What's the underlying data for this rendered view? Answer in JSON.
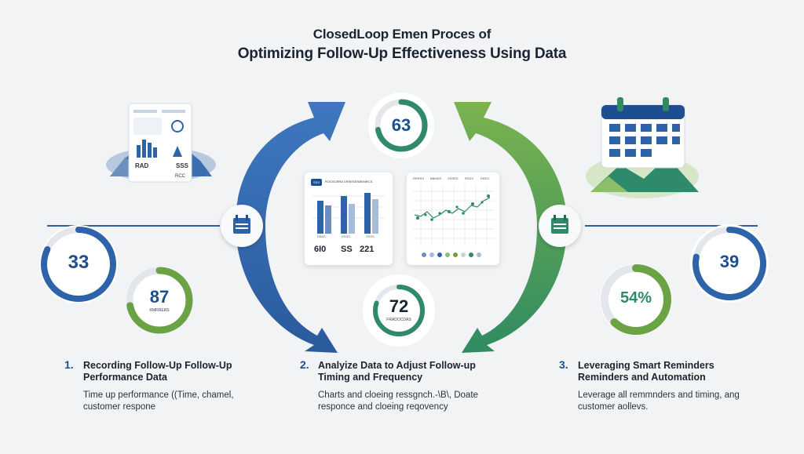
{
  "title": {
    "line1": "ClosedLoop Emen Proces of",
    "line2": "Optimizing Follow-Up Effectiveness Using Data"
  },
  "colors": {
    "blue": "#2f63a9",
    "green": "#6aa244",
    "teal": "#2e8a6a",
    "navy": "#1d4e8f"
  },
  "dials": {
    "top_center": {
      "value": "63",
      "fraction": 0.72
    },
    "bottom_center": {
      "value": "72",
      "sub": "FRADOCDAS",
      "fraction": 0.8
    },
    "left_outer": {
      "value": "33",
      "fraction": 0.82
    },
    "left_inner": {
      "value": "87",
      "sub": "RMRRERS",
      "fraction": 0.72
    },
    "right_outer": {
      "value": "39",
      "fraction": 0.78
    },
    "right_inner": {
      "value": "54%",
      "fraction": 0.62
    }
  },
  "bar_card": {
    "badge": "SSS",
    "heading": "ROCSCRRA CRSESSSMENRCS",
    "labels": [
      "RBAS",
      "RSSS",
      "SSSS"
    ],
    "values": [
      "6I0",
      "SS",
      "221"
    ]
  },
  "scatter_card": {
    "headers": [
      "RRRSS",
      "BBMSS",
      "SSSRS",
      "RSSS",
      "REES"
    ]
  },
  "left_device": {
    "labels": [
      "RAD",
      "SSS",
      "RCC"
    ]
  },
  "icons": {
    "left_badge": "calendar-icon",
    "right_badge": "calendar-icon",
    "calendar": "calendar-icon"
  },
  "steps": [
    {
      "num": "1.",
      "title1": "Recording Follow-Up Follow-Up",
      "title2": "Performance Data",
      "desc1": "Time up performance ((Time, chamel,",
      "desc2": "customer respone"
    },
    {
      "num": "2.",
      "title1": "Analyize Data to Adjust Follow-up",
      "title2": "Timing and Frequency",
      "desc1": "Charts and cloeing ressgnch.-\\B\\, Doate",
      "desc2": "responce and cloeing reqovency"
    },
    {
      "num": "3.",
      "title1": "Leveraging Smart Reminders",
      "title2": "Reminders and Automation",
      "desc1": "Leverage all remmnders and timing, ang",
      "desc2": "customer aollevs."
    }
  ]
}
